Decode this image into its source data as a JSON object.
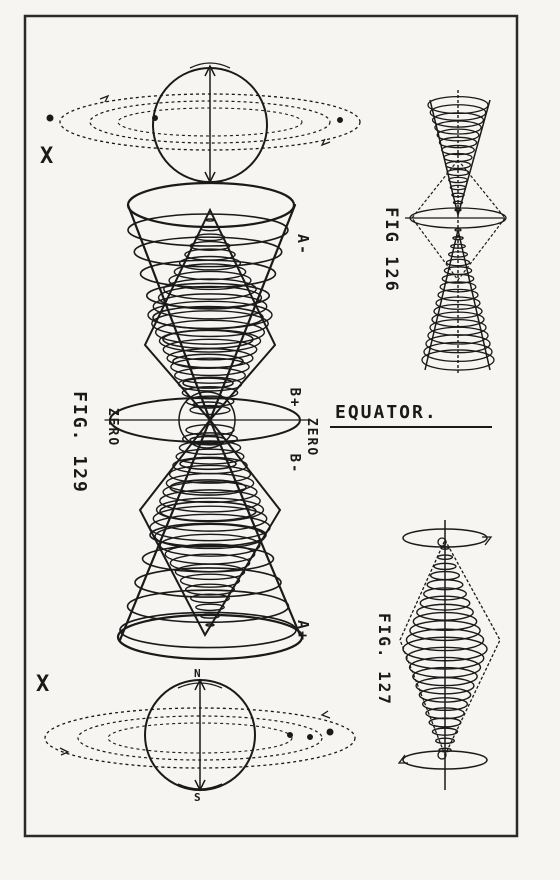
{
  "figures": {
    "fig129": "FIG. 129",
    "fig126": "FIG 126",
    "fig127": "FIG. 127"
  },
  "labels": {
    "equator": "EQUATOR.",
    "zero_left": "ZERO",
    "zero_right": "ZERO",
    "a_minus": "A-",
    "a_plus": "A+",
    "b_plus": "B+",
    "b_minus": "B-",
    "x_top": "X",
    "x_bottom": "X",
    "north": "N",
    "south": "S"
  },
  "colors": {
    "ink": "#1a1a1a",
    "paper": "#f6f5f2",
    "frame": "#2a2a2a"
  }
}
